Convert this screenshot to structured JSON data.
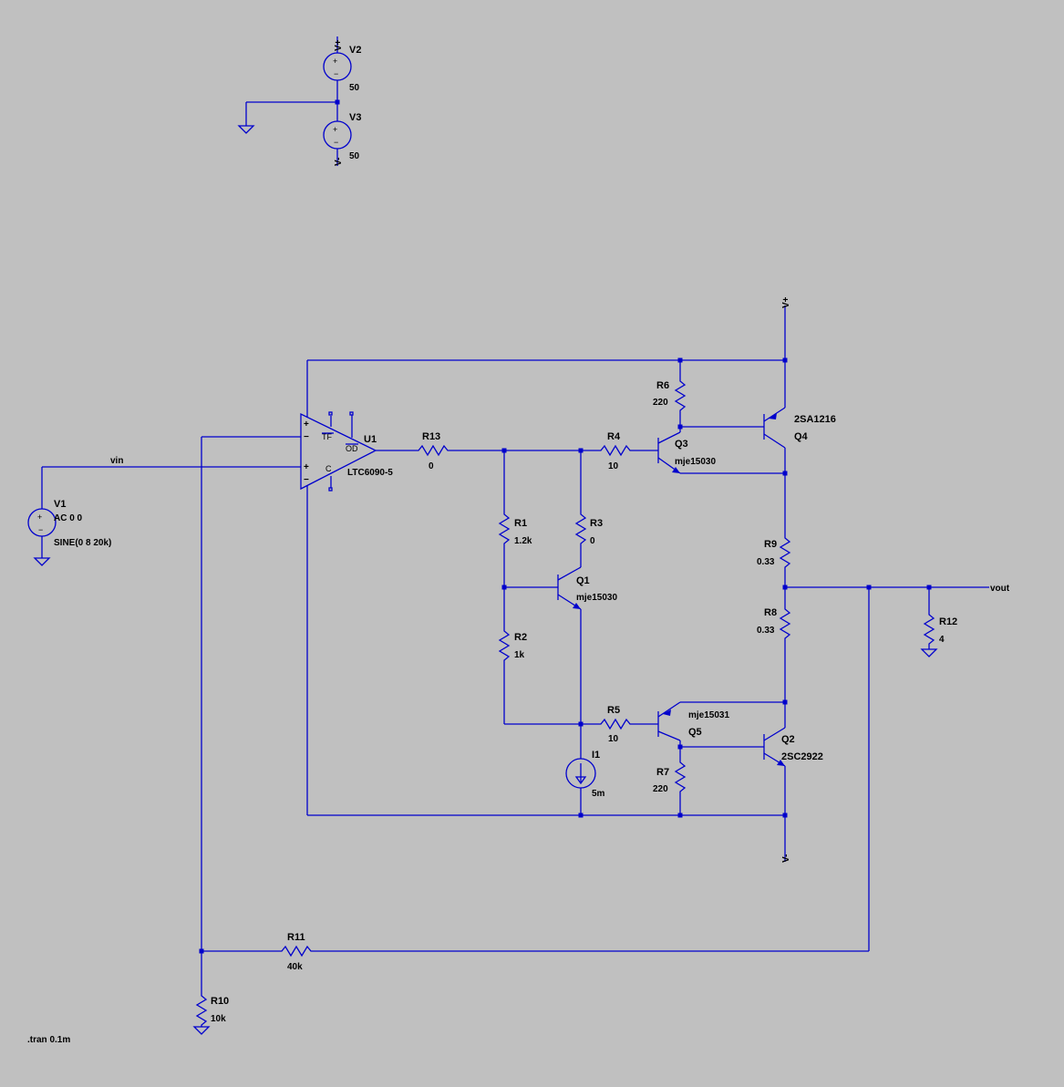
{
  "components": {
    "V2": {
      "ref": "V2",
      "value": "50"
    },
    "V3": {
      "ref": "V3",
      "value": "50"
    },
    "V1": {
      "ref": "V1",
      "value": "AC 0 0",
      "value2": "SINE(0 8 20k)"
    },
    "U1": {
      "ref": "U1",
      "value": "LTC6090-5"
    },
    "R13": {
      "ref": "R13",
      "value": "0"
    },
    "R4": {
      "ref": "R4",
      "value": "10"
    },
    "R6": {
      "ref": "R6",
      "value": "220"
    },
    "R1": {
      "ref": "R1",
      "value": "1.2k"
    },
    "R3": {
      "ref": "R3",
      "value": "0"
    },
    "R2": {
      "ref": "R2",
      "value": "1k"
    },
    "R5": {
      "ref": "R5",
      "value": "10"
    },
    "R7": {
      "ref": "R7",
      "value": "220"
    },
    "R9": {
      "ref": "R9",
      "value": "0.33"
    },
    "R8": {
      "ref": "R8",
      "value": "0.33"
    },
    "R12": {
      "ref": "R12",
      "value": "4"
    },
    "R11": {
      "ref": "R11",
      "value": "40k"
    },
    "R10": {
      "ref": "R10",
      "value": "10k"
    },
    "Q1": {
      "ref": "Q1",
      "value": "mje15030"
    },
    "Q3": {
      "ref": "Q3",
      "value": "mje15030"
    },
    "Q4": {
      "ref": "Q4",
      "value": "2SA1216"
    },
    "Q5": {
      "ref": "Q5",
      "value": "mje15031"
    },
    "Q2": {
      "ref": "Q2",
      "value": "2SC2922"
    },
    "I1": {
      "ref": "I1",
      "value": "5m"
    }
  },
  "nets": {
    "vin": "vin",
    "vout": "vout",
    "vplus": "V+",
    "vminus": "V-"
  },
  "opamp_pins": {
    "tf": "TF",
    "od": "OD",
    "c": "C",
    "plus": "+",
    "minus": "−"
  },
  "directive": ".tran 0.1m"
}
